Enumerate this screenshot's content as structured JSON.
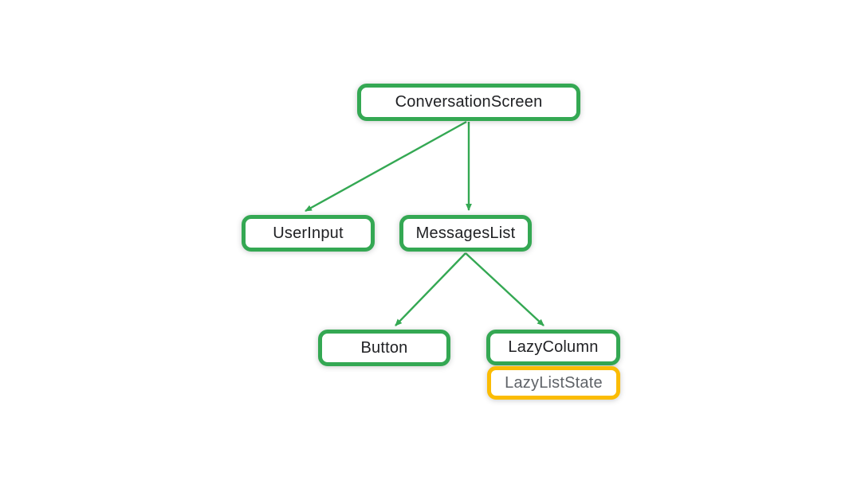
{
  "diagram": {
    "type": "component-tree",
    "nodes": {
      "conversation_screen": {
        "label": "ConversationScreen",
        "kind": "composable",
        "border_color": "#34A853"
      },
      "user_input": {
        "label": "UserInput",
        "kind": "composable",
        "border_color": "#34A853"
      },
      "messages_list": {
        "label": "MessagesList",
        "kind": "composable",
        "border_color": "#34A853"
      },
      "button": {
        "label": "Button",
        "kind": "composable",
        "border_color": "#34A853"
      },
      "lazy_column": {
        "label": "LazyColumn",
        "kind": "composable",
        "border_color": "#34A853"
      },
      "lazy_list_state": {
        "label": "LazyListState",
        "kind": "state",
        "border_color": "#FBBC04",
        "text_color": "#5F6368"
      }
    },
    "edges": [
      {
        "from": "ConversationScreen",
        "to": "UserInput"
      },
      {
        "from": "ConversationScreen",
        "to": "MessagesList"
      },
      {
        "from": "MessagesList",
        "to": "Button"
      },
      {
        "from": "MessagesList",
        "to": "LazyColumn"
      }
    ]
  },
  "colors": {
    "edge_green": "#34A853",
    "node_border_green": "#34A853",
    "node_border_yellow": "#FBBC04",
    "text_dark": "#202124",
    "text_gray": "#5F6368",
    "background": "#FFFFFF"
  }
}
